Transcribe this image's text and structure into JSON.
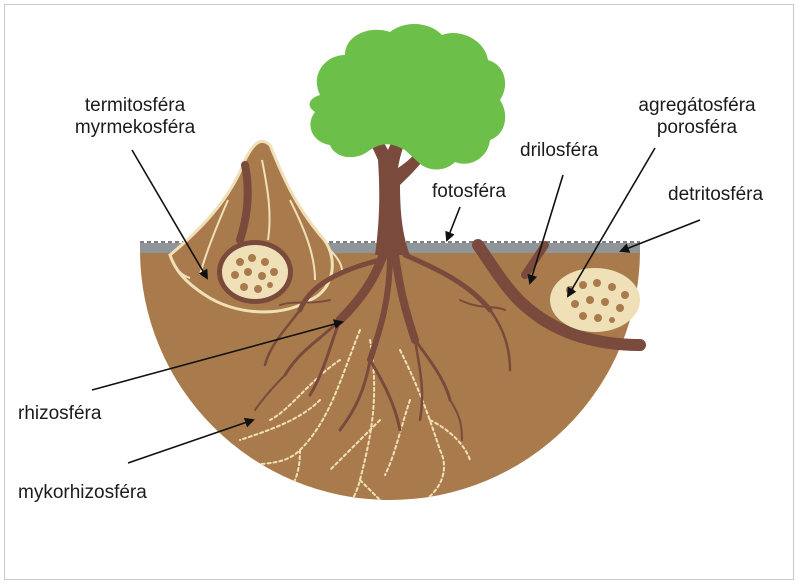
{
  "labels": {
    "termitosfera": "termitosféra",
    "myrmekosfera": "myrmekosféra",
    "agregatosfera": "agregátosféra",
    "porosfera": "porosféra",
    "drilosfera": "drilosféra",
    "fotosfera": "fotosféra",
    "detritosfera": "detritosféra",
    "rhizosfera": "rhizosféra",
    "mykorhizosfera": "mykorhizosféra"
  },
  "colors": {
    "soil": "#a97b4c",
    "soil_surface": "#8f9599",
    "trunk": "#7a4a3c",
    "foliage": "#6cc04a",
    "mycelium": "#efe0b8",
    "arrow": "#111111"
  }
}
